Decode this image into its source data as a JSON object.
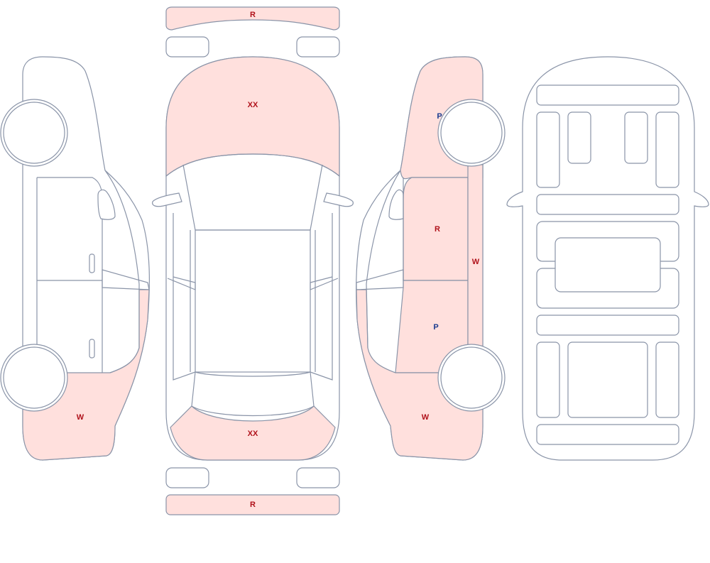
{
  "colors": {
    "damage_fill": "#ffe0dd",
    "outline": "#8a94a8",
    "red_label": "#b0121b",
    "blue_label": "#1a3b8f",
    "background": "#ffffff"
  },
  "labels": {
    "rear_bumper_strip": "R",
    "hood": "XX",
    "trunk": "XX",
    "front_bumper_strip": "R",
    "left_rear_quarter": "W",
    "right_front_fender": "P",
    "right_front_door": "R",
    "right_rocker": "W",
    "right_rear_door": "P",
    "right_rear_quarter": "W"
  }
}
